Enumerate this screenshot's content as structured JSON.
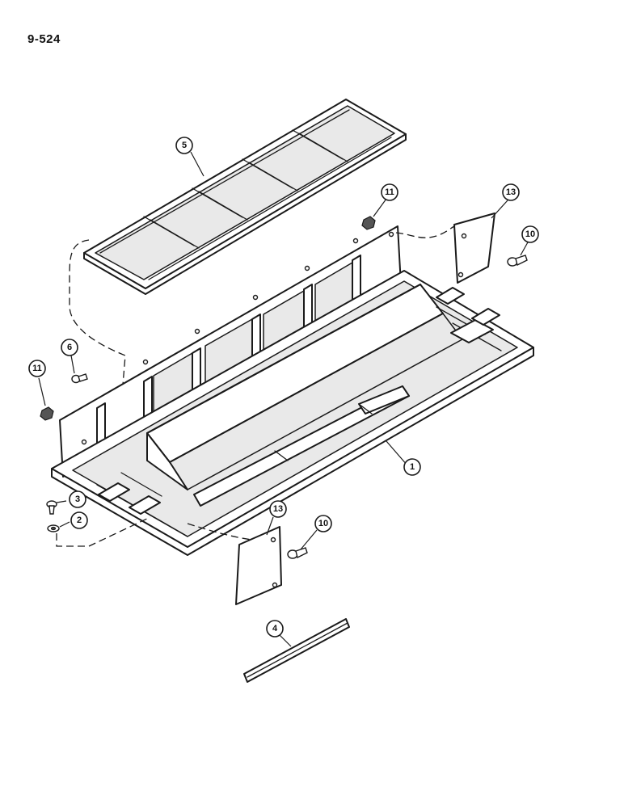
{
  "page": {
    "number": "9-524"
  },
  "callouts": [
    {
      "id": "c5",
      "label": "5"
    },
    {
      "id": "c11a",
      "label": "11"
    },
    {
      "id": "c13a",
      "label": "13"
    },
    {
      "id": "c10a",
      "label": "10"
    },
    {
      "id": "c6",
      "label": "6"
    },
    {
      "id": "c11b",
      "label": "11"
    },
    {
      "id": "c1",
      "label": "1"
    },
    {
      "id": "c3",
      "label": "3"
    },
    {
      "id": "c2",
      "label": "2"
    },
    {
      "id": "c13b",
      "label": "13"
    },
    {
      "id": "c10b",
      "label": "10"
    },
    {
      "id": "c4",
      "label": "4"
    }
  ]
}
